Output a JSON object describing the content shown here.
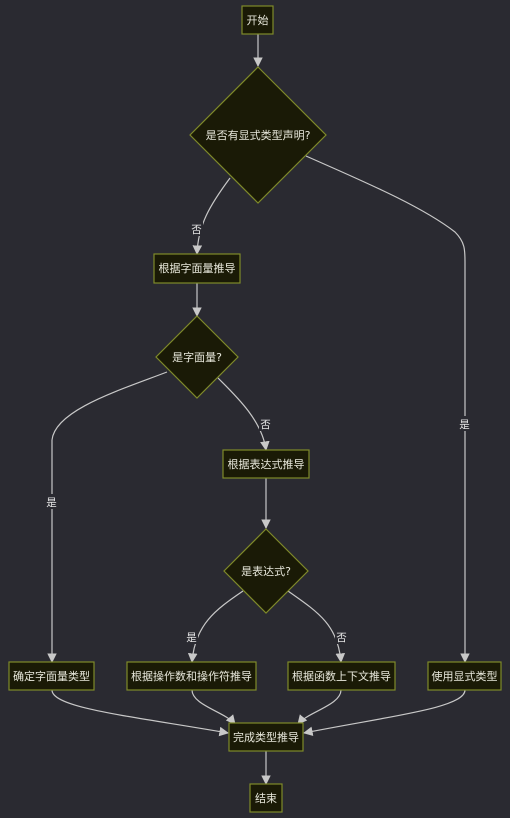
{
  "nodes": {
    "start": "开始",
    "q_explicit": "是否有显式类型声明?",
    "infer_literal": "根据字面量推导",
    "q_literal": "是字面量?",
    "infer_expr": "根据表达式推导",
    "q_expr": "是表达式?",
    "set_literal_type": "确定字面量类型",
    "infer_operands": "根据操作数和操作符推导",
    "infer_context": "根据函数上下文推导",
    "use_explicit": "使用显式类型",
    "finish": "完成类型推导",
    "end": "结束"
  },
  "edge_labels": {
    "explicit_no": "否",
    "explicit_yes": "是",
    "literal_yes": "是",
    "literal_no": "否",
    "expr_yes": "是",
    "expr_no": "否"
  },
  "colors": {
    "background": "#2a2a31",
    "node_fill": "#1a1a06",
    "node_stroke": "#7f8a2a",
    "edge": "#c8c8c8",
    "text": "#e8e8dc"
  }
}
